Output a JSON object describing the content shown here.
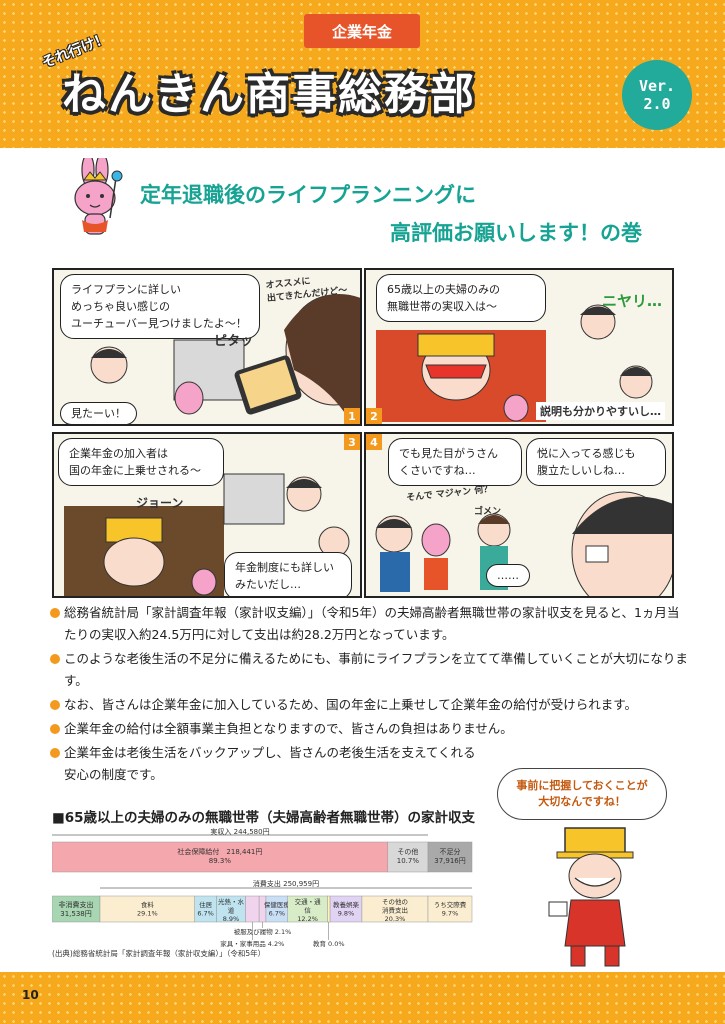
{
  "header": {
    "tag": "企業年金",
    "catch": "それ行け！",
    "title": "ねんきん商事総務部",
    "version_line1": "Ver.",
    "version_line2": "2.0"
  },
  "subtitle": {
    "line1": "定年退職後のライフプランニングに",
    "line2": "高評価お願いします！の巻"
  },
  "comic": {
    "p1": {
      "num": "1",
      "bubble": "ライフプランに詳しい\nめっちゃ良い感じの\nユーチューバー見つけましたよ～！",
      "aside": "オススメに\n出てきたんだけど～",
      "pix": "ピタッ",
      "reply": "見たーい！"
    },
    "p2": {
      "num": "2",
      "bubble": "65歳以上の夫婦のみの\n無職世帯の実収入は～",
      "sfx": "ニヤリ…",
      "reply": "説明も分かりやすいし…"
    },
    "p3": {
      "num": "3",
      "bubble": "企業年金の加入者は\n国の年金に上乗せされる～",
      "sfx": "ジョーン",
      "reply": "年金制度にも詳しい\nみたいだし…"
    },
    "p4": {
      "num": "4",
      "bubble1": "でも見た目がうさん\nくさいですね…",
      "bubble2": "悦に入ってる感じも\n腹立たしいしね…",
      "sfx1": "そんで マジャン 何？",
      "sfx2": "ゴメン",
      "dots": "……"
    }
  },
  "bullets": [
    "総務省統計局「家計調査年報（家計収支編）」（令和5年）の夫婦高齢者無職世帯の家計収支を見ると、1ヵ月当たりの実収入約24.5万円に対して支出は約28.2万円となっています。",
    "このような老後生活の不足分に備えるためにも、事前にライフプランを立てて準備していくことが大切になります。",
    "なお、皆さんは企業年金に加入しているため、国の年金に上乗せして企業年金の給付が受けられます。",
    "企業年金の給付は全額事業主負担となりますので、皆さんの負担はありません。",
    "企業年金は老後生活をバックアップし、皆さんの老後生活を支えてくれる安心の制度です。"
  ],
  "speech": "事前に把握しておくことが\n大切なんですね！",
  "table": {
    "title": "■65歳以上の夫婦のみの無職世帯（夫婦高齢者無職世帯）の家計収支",
    "income_label": "実収入　244,580円",
    "expense_label": "消費支出　250,959円",
    "source": "(出典)総務省統計局「家計調査年報（家計収支編）」（令和5年）"
  },
  "chart_data": {
    "type": "bar",
    "title": "65歳以上の夫婦のみの無職世帯（夫婦高齢者無職世帯）の家計収支",
    "income": {
      "total_label": "実収入",
      "total": 244580,
      "segments": [
        {
          "name": "社会保障給付",
          "amount": 218441,
          "percent": 89.3,
          "color": "#f4a7ad"
        },
        {
          "name": "その他",
          "amount": null,
          "percent": 10.7,
          "color": "#d8d8d8"
        },
        {
          "name": "不足分",
          "amount": 37916,
          "percent": null,
          "color": "#a9a9a9"
        }
      ]
    },
    "expenditure": {
      "total_label": "消費支出",
      "total": 250959,
      "segments": [
        {
          "name": "非消費支出",
          "amount": 31538,
          "percent": null,
          "color": "#a8d5b2"
        },
        {
          "name": "食料",
          "amount": null,
          "percent": 29.1,
          "color": "#fbeed0"
        },
        {
          "name": "住居",
          "amount": null,
          "percent": 6.7,
          "color": "#bfe4ef"
        },
        {
          "name": "光熱・水道",
          "amount": null,
          "percent": 8.9,
          "color": "#bfe4ef"
        },
        {
          "name": "家具・家事用品",
          "amount": null,
          "percent": 4.2,
          "color": "#f0d3ec"
        },
        {
          "name": "被服及び履物",
          "amount": null,
          "percent": 2.1,
          "color": "#f0d3ec"
        },
        {
          "name": "保健医療",
          "amount": null,
          "percent": 6.7,
          "color": "#c9dff5"
        },
        {
          "name": "交通・通信",
          "amount": null,
          "percent": 12.2,
          "color": "#d8ecc8"
        },
        {
          "name": "教育",
          "amount": null,
          "percent": 0.0,
          "color": "#fff4b8"
        },
        {
          "name": "教養娯楽",
          "amount": null,
          "percent": 9.8,
          "color": "#e1d3f3"
        },
        {
          "name": "その他の消費支出",
          "amount": null,
          "percent": 20.3,
          "color": "#fbeed0"
        },
        {
          "name": "うち交際費",
          "amount": null,
          "percent": 9.7,
          "color": "#fbeed0"
        }
      ]
    }
  },
  "page_number": "10"
}
